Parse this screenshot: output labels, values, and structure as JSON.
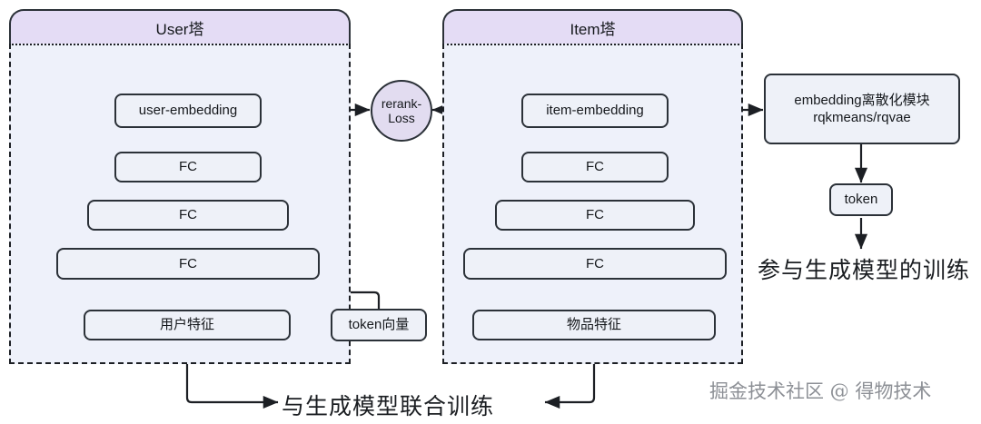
{
  "diagram": {
    "title_user_tower": "User塔",
    "title_item_tower": "Item塔",
    "loss_node": "rerank-\nLoss",
    "user_embedding": "user-embedding",
    "item_embedding": "item-embedding",
    "user_fc_1": "FC",
    "user_fc_2": "FC",
    "user_fc_3": "FC",
    "item_fc_1": "FC",
    "item_fc_2": "FC",
    "item_fc_3": "FC",
    "user_feature": "用户特征",
    "token_vector": "token向量",
    "item_feature": "物品特征",
    "discretize_module": "embedding离散化模块\nrqkmeans/rqvae",
    "token": "token",
    "caption_right": "参与生成模型的训练",
    "caption_bottom": "与生成模型联合训练",
    "watermark": "掘金技术社区 @ 得物技术"
  },
  "colors": {
    "tower_header": "#e4dcf5",
    "tower_body": "#eef1fa",
    "node_fill": "#eef1f8",
    "stroke": "#2b3138",
    "loss_fill": "#e2dcf0",
    "watermark_text": "#8d9096",
    "background": "#ffffff"
  }
}
